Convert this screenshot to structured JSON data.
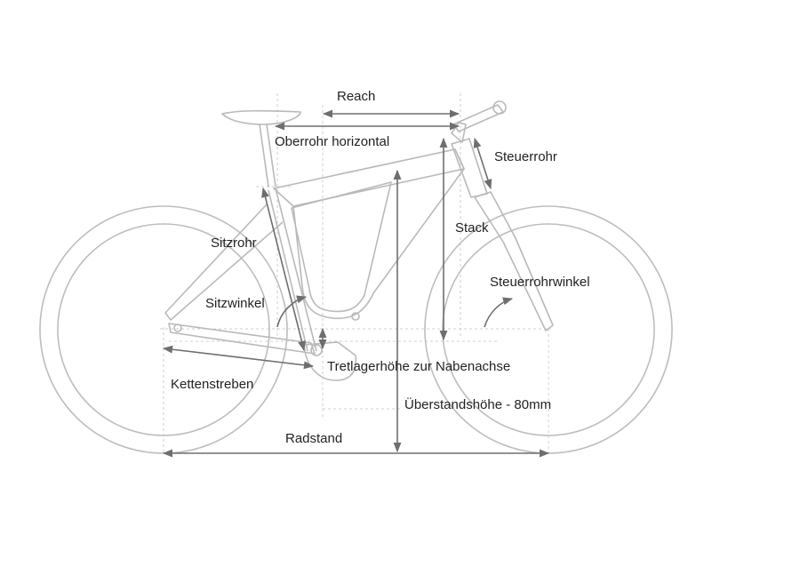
{
  "labels": {
    "reach": "Reach",
    "oberrohr_horizontal": "Oberrohr horizontal",
    "steuerrohr": "Steuerrohr",
    "stack": "Stack",
    "sitzrohr": "Sitzrohr",
    "steuerrohrwinkel": "Steuerrohrwinkel",
    "sitzwinkel": "Sitzwinkel",
    "tretlagerhoehe": "Tretlagerhöhe zur Nabenachse",
    "kettenstreben": "Kettenstreben",
    "ueberstandshoehe": "Überstandshöhe - 80mm",
    "radstand": "Radstand"
  },
  "colors": {
    "frame_line": "#b9b9b9",
    "dimension_line": "#6e6e6e",
    "guide_line": "#cfcfcf",
    "text": "#222222"
  }
}
